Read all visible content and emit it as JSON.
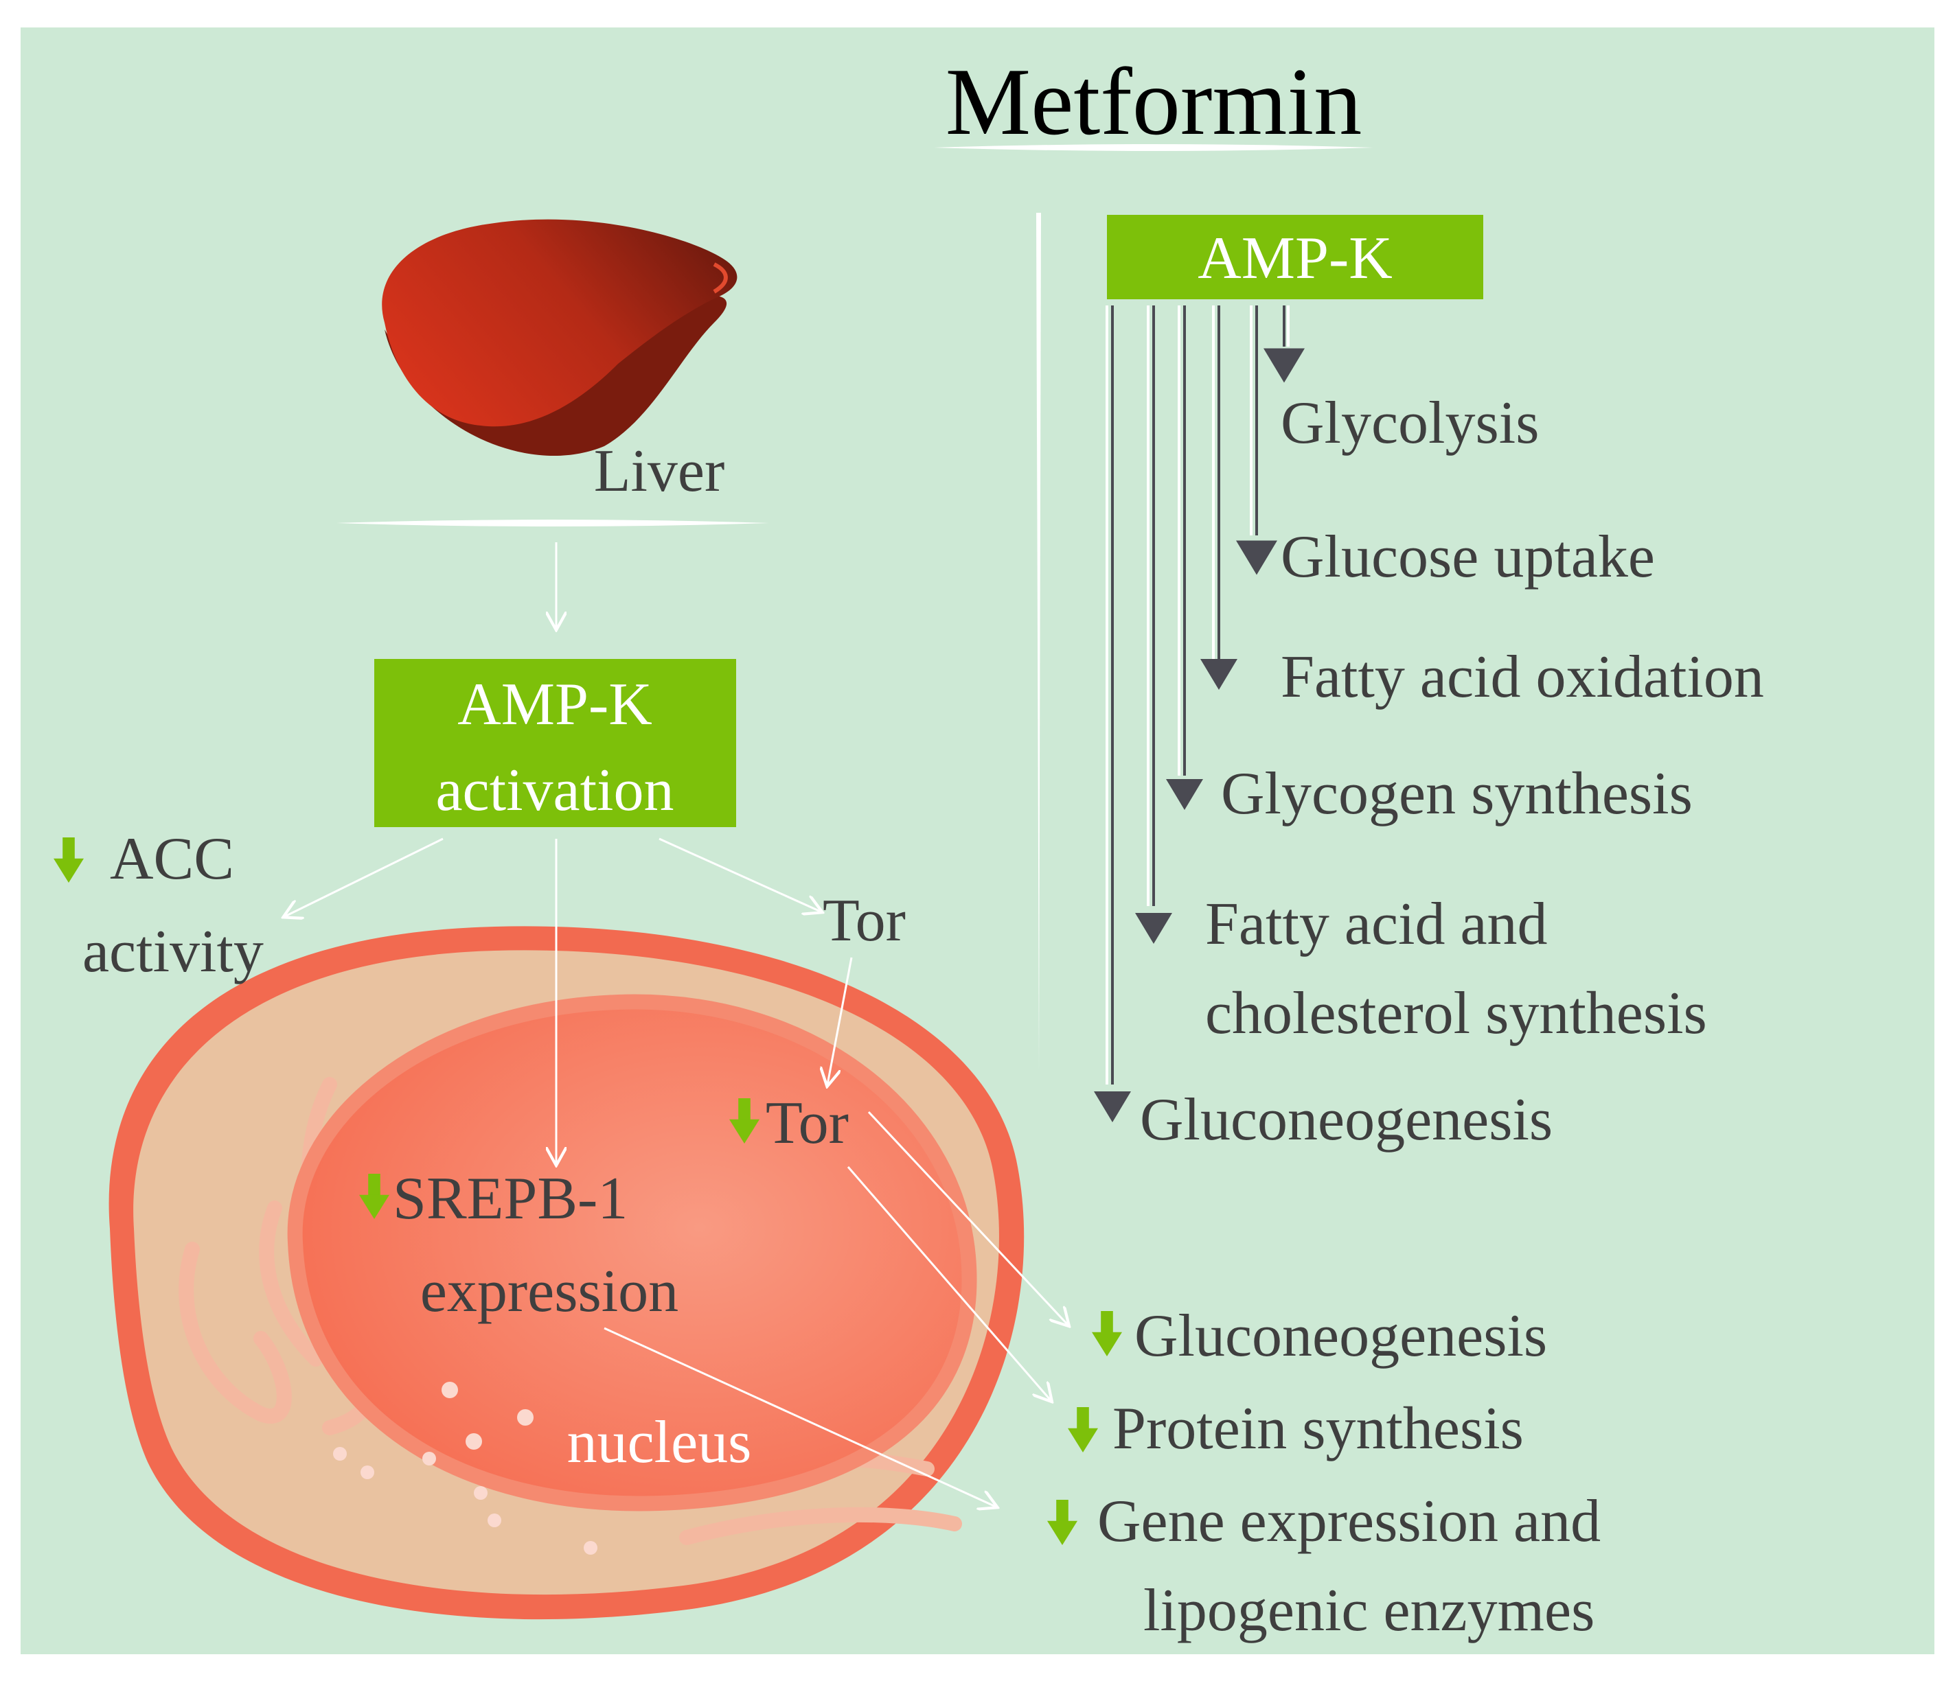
{
  "title": "Metformin",
  "left": {
    "organ_label": "Liver",
    "center_box": {
      "line1": "AMP-K",
      "line2": "activation"
    },
    "acc": {
      "line1": "ACC",
      "line2": "activity"
    },
    "tor_outer": "Tor",
    "tor_inner": "Tor",
    "srepb": {
      "line1": "SREPB-1",
      "line2": "expression"
    },
    "nucleus_label": "nucleus",
    "outcomes": [
      {
        "line1": "Gluconeogenesis"
      },
      {
        "line1": "Protein synthesis"
      },
      {
        "line1": "Gene expression and",
        "line2": "lipogenic enzymes"
      }
    ]
  },
  "right": {
    "box_label": "AMP-K",
    "effects": [
      {
        "line1": "Glycolysis"
      },
      {
        "line1": "Glucose uptake"
      },
      {
        "line1": "Fatty acid oxidation"
      },
      {
        "line1": "Glycogen synthesis"
      },
      {
        "line1": "Fatty acid and",
        "line2": "cholesterol synthesis"
      },
      {
        "line1": "Gluconeogenesis"
      }
    ]
  },
  "colors": {
    "background": "#cde9d5",
    "box_green": "#7dc00a",
    "down_arrow_green": "#7dc00a",
    "liver_red": "#b02a14",
    "cell_outer": "#f26a50",
    "nucleus": "#f7836a",
    "text_gray": "#3f3f3f",
    "pathway_arrow": "#4a4a52"
  }
}
